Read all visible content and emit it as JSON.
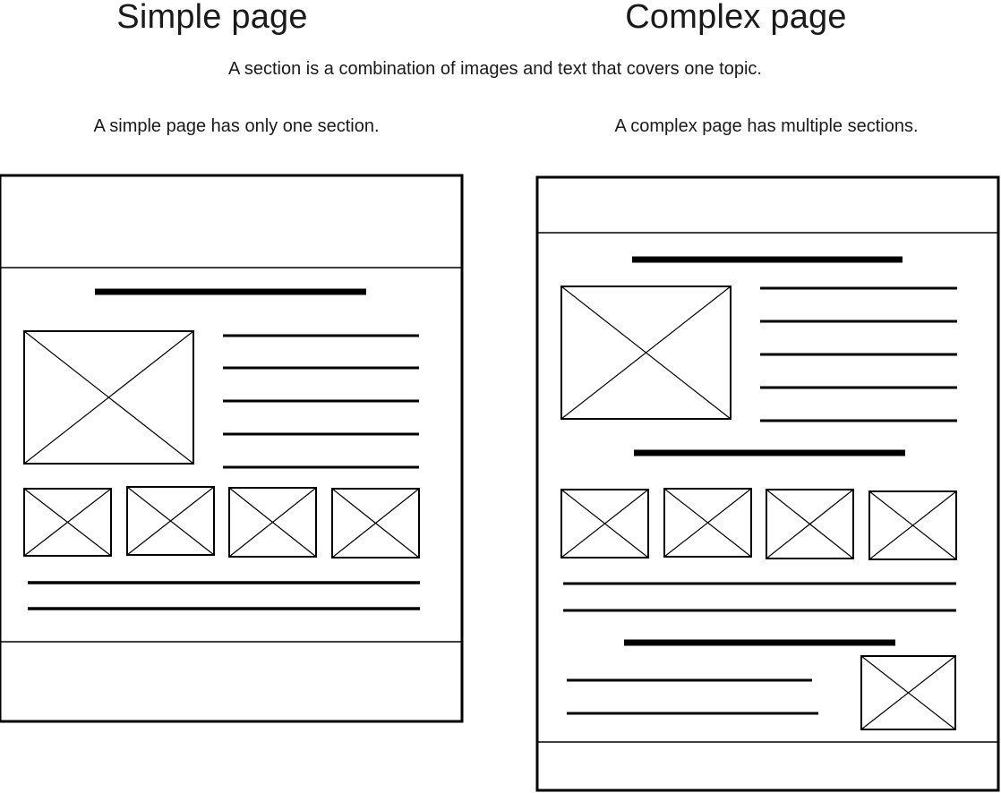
{
  "titles": {
    "simple": "Simple page",
    "complex": "Complex page"
  },
  "definition": "A section is a combination of images and text that covers one topic.",
  "captions": {
    "simple": "A simple page has only one section.",
    "complex": "A complex page has multiple sections."
  },
  "colors": {
    "stroke": "#000000",
    "background": "#ffffff"
  },
  "icons": {
    "image_placeholder": "image-placeholder-icon"
  }
}
